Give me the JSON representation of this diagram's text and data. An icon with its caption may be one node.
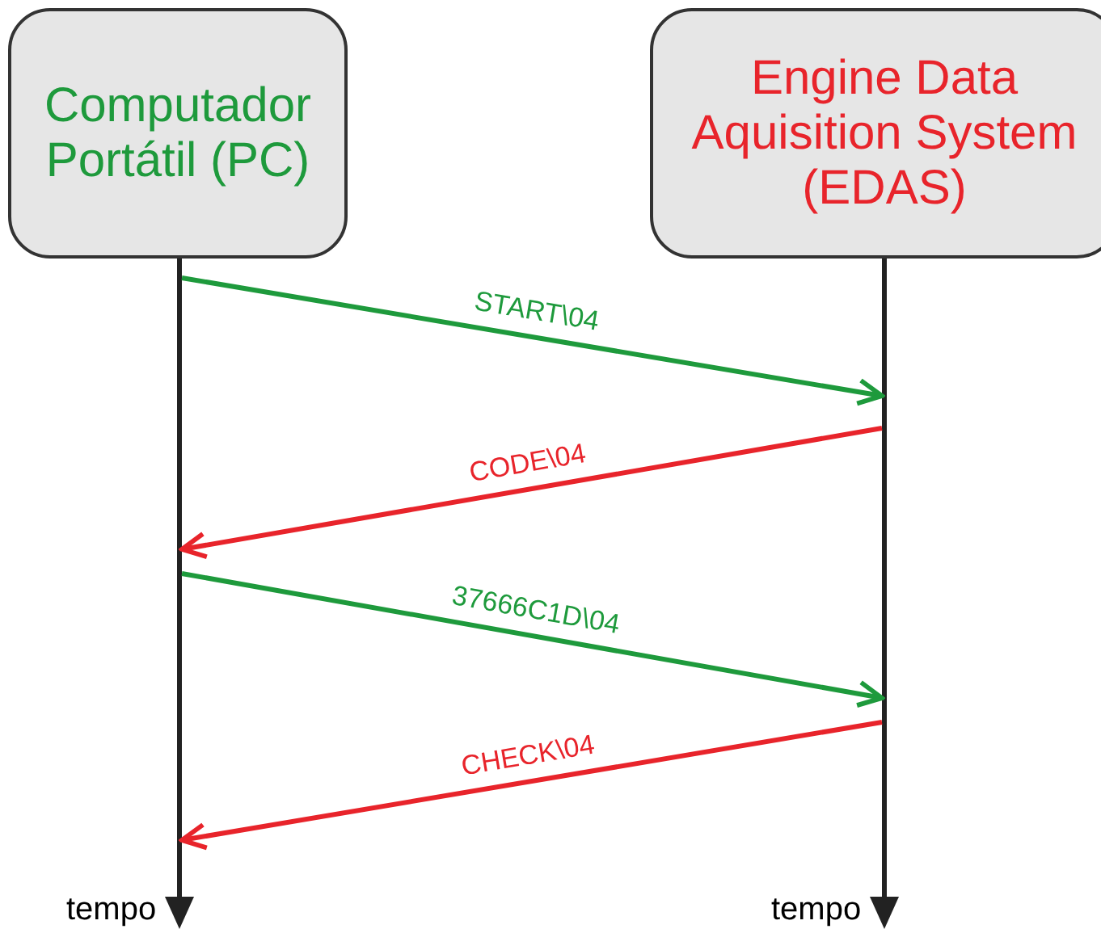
{
  "diagram": {
    "nodes": [
      {
        "text": [
          "Computador Portátil (PC)"
        ]
      },
      {
        "text": [
          "Engine Data Aquisition System (EDAS)"
        ]
      },
      {
        "text": [],
        "shape": "bar",
        "beside": [
          "tempo"
        ]
      },
      {
        "text": [],
        "shape": "bar",
        "beside": [
          "tempo"
        ]
      }
    ],
    "edges": [
      {
        "from": 2,
        "to": 3,
        "arrow": "to",
        "label": "START\\04",
        "color": "#1e9a3c"
      },
      {
        "from": 3,
        "to": 2,
        "arrow": "to",
        "label": "CODE\\04",
        "color": "#e8242b"
      },
      {
        "from": 2,
        "to": 3,
        "arrow": "to",
        "label": "37666C1D\\04",
        "color": "#1e9a3c"
      },
      {
        "from": 3,
        "to": 2,
        "arrow": "to",
        "label": "CHECK\\04",
        "color": "#e8242b"
      }
    ]
  }
}
